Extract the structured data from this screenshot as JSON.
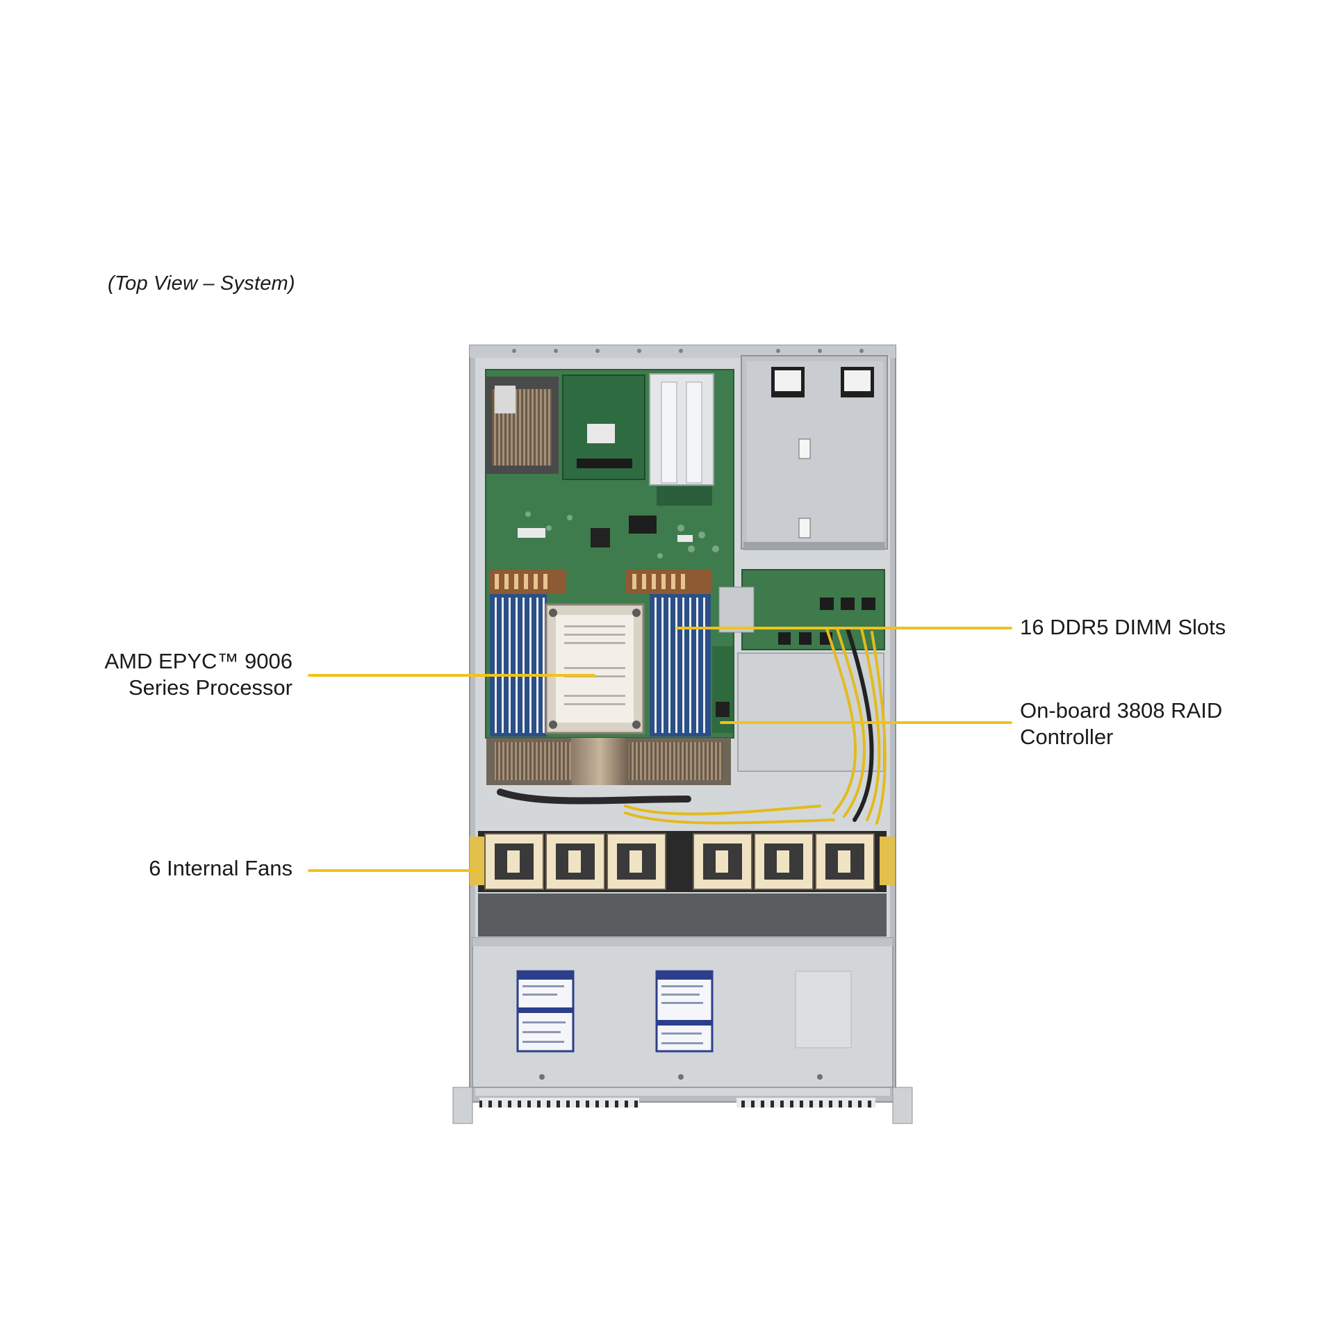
{
  "caption": "(Top View – System)",
  "callouts": {
    "processor": {
      "lines": [
        "AMD EPYC™ 9006",
        "Series Processor"
      ]
    },
    "dimm": {
      "lines": [
        "16 DDR5 DIMM Slots"
      ]
    },
    "raid": {
      "lines": [
        "On-board 3808 RAID",
        "Controller"
      ]
    },
    "fans": {
      "lines": [
        "6 Internal Fans"
      ]
    }
  },
  "colors": {
    "leader_line": "#f2c218",
    "pcb_green": "#3d7a4b",
    "dimm_blue": "#2f5f9e",
    "chassis_gray": "#c9ccd0",
    "cable_yellow": "#e8c21e",
    "fan_cream": "#efe3c4"
  }
}
